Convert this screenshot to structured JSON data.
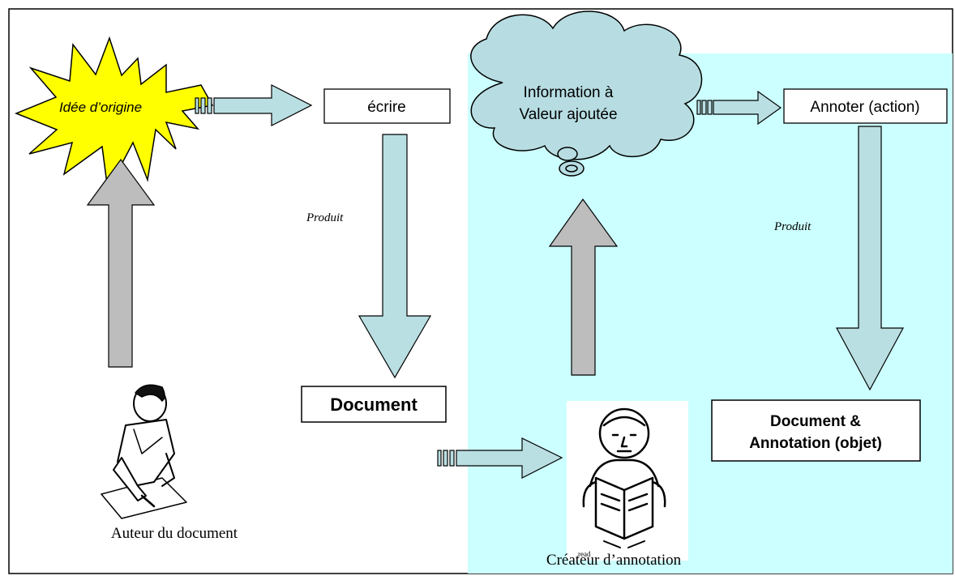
{
  "labels": {
    "idea": "Idée d’origine",
    "write": "écrire",
    "cloud_line1": "Information à",
    "cloud_line2": "Valeur ajoutée",
    "annotate": "Annoter (action)",
    "produces_left": "Produit",
    "produces_right": "Produit",
    "document": "Document",
    "doc_annotation_line1": "Document &",
    "doc_annotation_line2": "Annotation (objet)",
    "author": "Auteur du document",
    "annotation_creator": "Créateur d’annotation",
    "read_caption": "read"
  },
  "colors": {
    "annotation_zone": "#ccffff",
    "block_arrow": "#b9dfe3",
    "gray_arrow": "#bdbdbd",
    "cloud": "#b7dde2",
    "starburst": "#ffff00"
  },
  "icons": {
    "author": "writing-person-icon",
    "reader": "reading-person-icon"
  }
}
